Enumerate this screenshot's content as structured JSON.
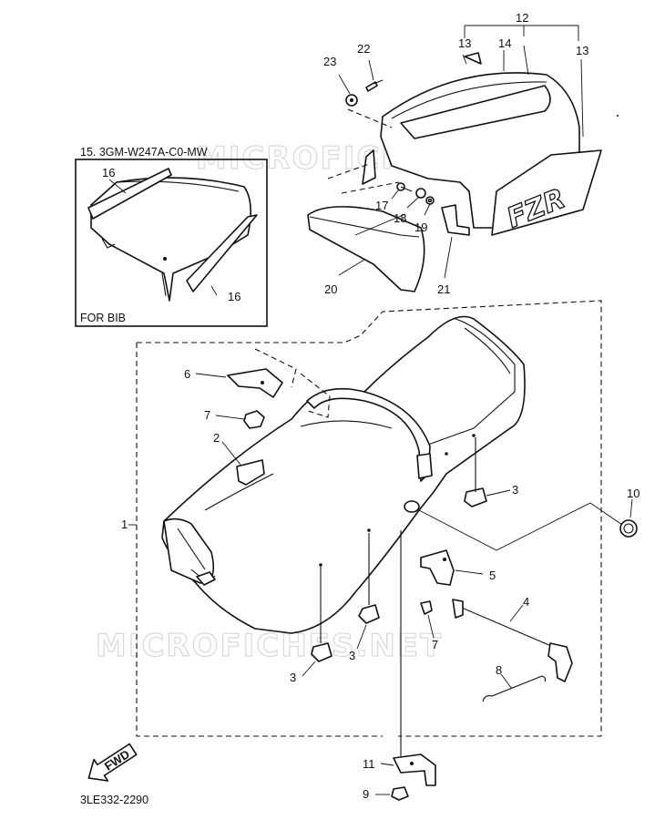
{
  "watermark": "MICROFICHES.NET",
  "inset": {
    "title": "15. 3GM-W247A-C0-MW",
    "note": "FOR BIB",
    "callouts": [
      "16",
      "16"
    ]
  },
  "fwd_label": "FWD",
  "drawing_code": "3LE332-2290",
  "callouts": {
    "c1": "1",
    "c2": "2",
    "c3a": "3",
    "c3b": "3",
    "c3c": "3",
    "c4": "4",
    "c5": "5",
    "c6": "6",
    "c7a": "7",
    "c7b": "7",
    "c8": "8",
    "c9": "9",
    "c10": "10",
    "c11": "11",
    "c12": "12",
    "c13a": "13",
    "c13b": "13",
    "c14": "14",
    "c17": "17",
    "c18": "18",
    "c19": "19",
    "c20": "20",
    "c21": "21",
    "c22": "22",
    "c23": "23"
  },
  "cowl_decal": "FZR"
}
